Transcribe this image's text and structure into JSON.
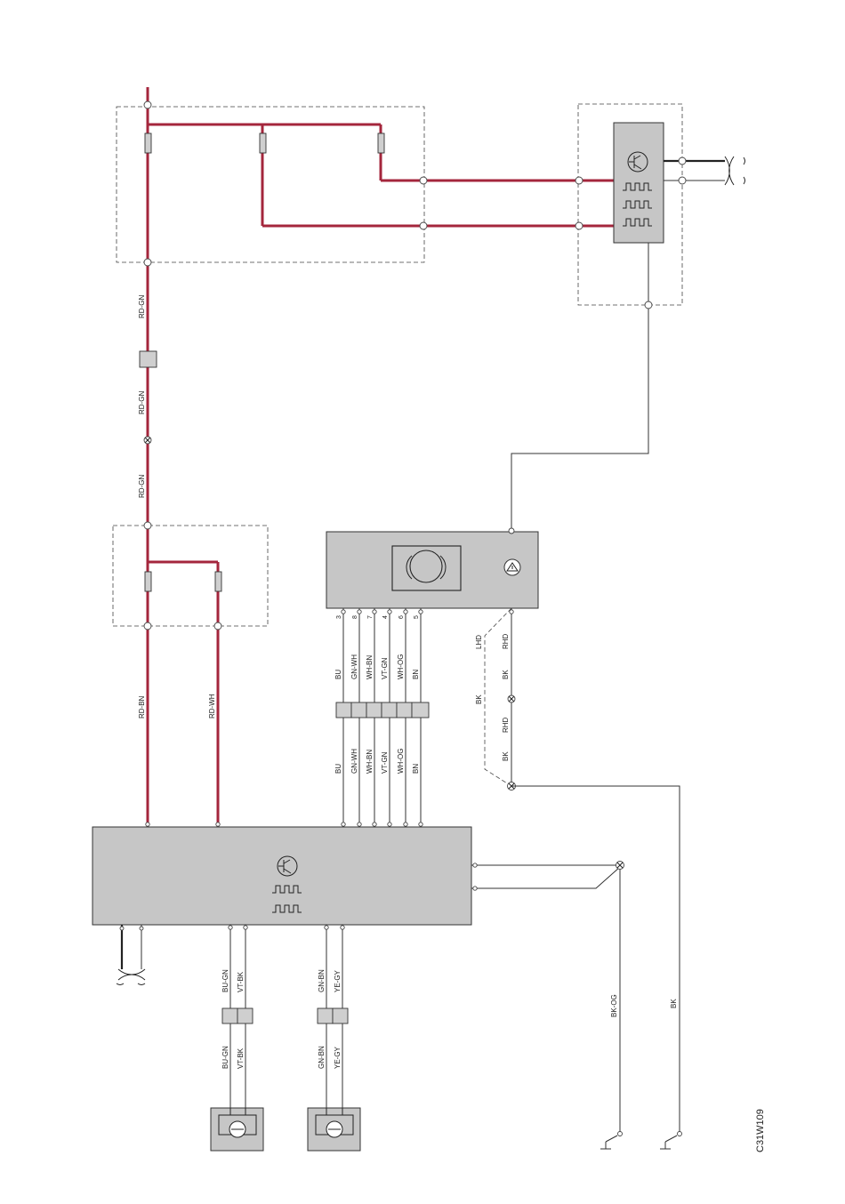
{
  "diagram_id": "C31W109",
  "wire_colors": {
    "rd_gn": "RD-GN",
    "rd_bn": "RD-BN",
    "rd_wh": "RD-WH",
    "bk": "BK",
    "bk_og": "BK-OG",
    "bu_gn": "BU-GN",
    "vt_bk": "VT-BK",
    "gn_bn": "GN-BN",
    "ye_gy": "YE-GY"
  },
  "display_bus": {
    "pins": [
      "3",
      "8",
      "7",
      "4",
      "6",
      "5"
    ],
    "wires": [
      "BU",
      "GN-WH",
      "WH-BN",
      "VT-GN",
      "WH-OG",
      "BN"
    ]
  },
  "variants": {
    "lhd": "LHD",
    "rhd": "RHD"
  },
  "colors": {
    "power_wire": "#a4263c",
    "component_fill": "#c6c6c6",
    "signal_wire": "#333333"
  }
}
